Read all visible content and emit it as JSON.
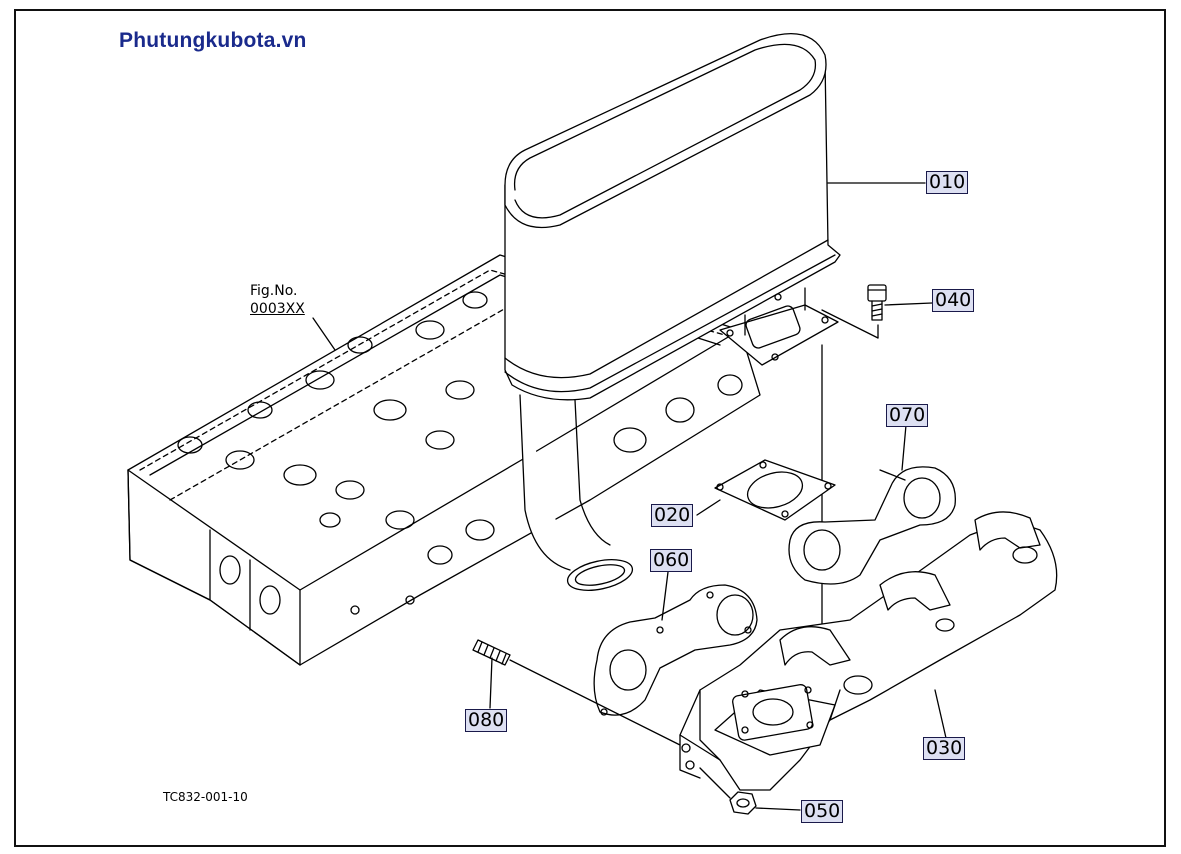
{
  "brand": "Phutungkubota.vn",
  "figure_reference": {
    "line1": "Fig.No.",
    "line2": "0003XX"
  },
  "drawing_code": "TC832-001-10",
  "parts": {
    "p010": "010",
    "p020": "020",
    "p030": "030",
    "p040": "040",
    "p050": "050",
    "p060": "060",
    "p070": "070",
    "p080": "080"
  },
  "colors": {
    "brand": "#1a2a8c",
    "tag_fill": "#dde0f2",
    "line": "#000000"
  }
}
